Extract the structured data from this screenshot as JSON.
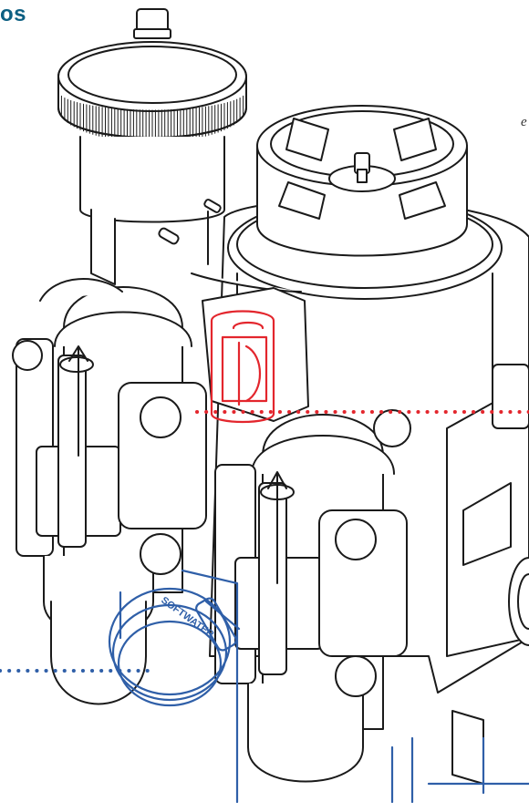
{
  "header": {
    "fragment": "os"
  },
  "side_mark": "e",
  "clamp_label": "SOFTWATER",
  "colors": {
    "heading": "#0c5f82",
    "line_art": "#1a1a1a",
    "highlight": "#e3262d",
    "accent_blue": "#2f5fa8",
    "callout_red": "#e3262d",
    "callout_blue": "#2f5fa8"
  }
}
